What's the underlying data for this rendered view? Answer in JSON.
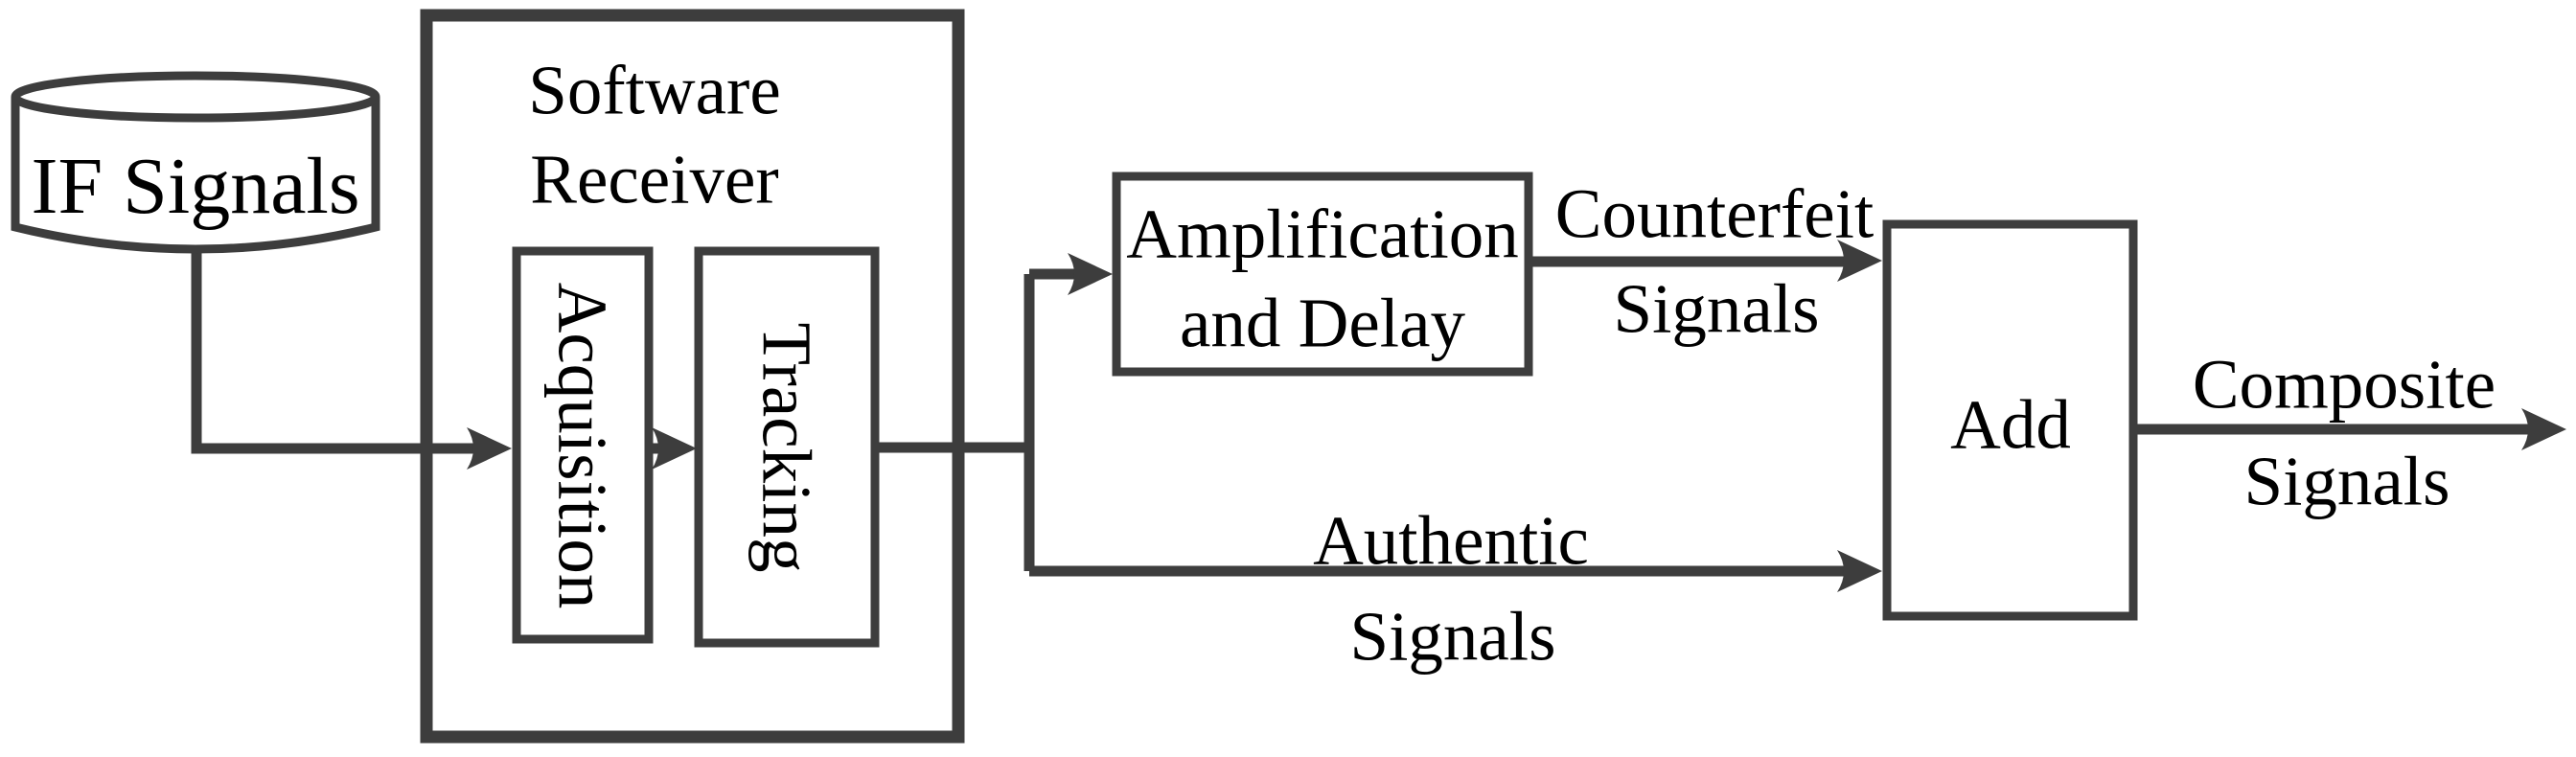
{
  "nodes": {
    "if_signals": {
      "label": "IF Signals"
    },
    "software_receiver": {
      "label_line1": "Software",
      "label_line2": "Receiver"
    },
    "acquisition": {
      "label": "Acquisition"
    },
    "tracking": {
      "label": "Tracking"
    },
    "amplification": {
      "label_line1": "Amplification",
      "label_line2": "and Delay"
    },
    "add": {
      "label": "Add"
    }
  },
  "edges": {
    "counterfeit": {
      "label_line1": "Counterfeit",
      "label_line2": "Signals"
    },
    "authentic": {
      "label_line1": "Authentic",
      "label_line2": "Signals"
    },
    "composite": {
      "label_line1": "Composite",
      "label_line2": "Signals"
    }
  },
  "colors": {
    "stroke": "#3d3d3d",
    "text": "#000000",
    "background": "#ffffff"
  }
}
